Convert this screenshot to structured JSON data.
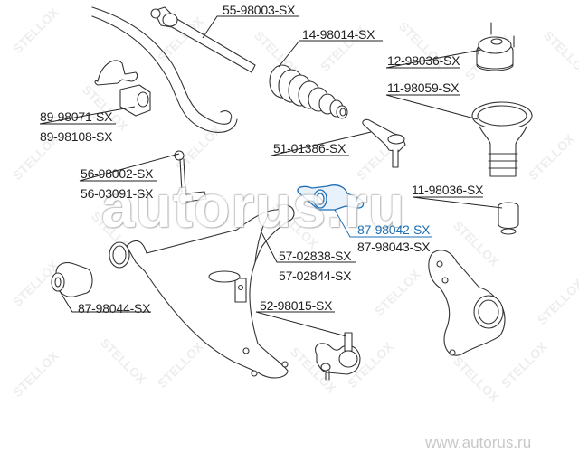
{
  "diagram": {
    "type": "exploded parts diagram — front suspension",
    "brand_watermark": "STELLOX",
    "overlay_watermark": "autorus.ru",
    "footer_url": "www.autorus.ru",
    "highlight_color": "#1f6fb5",
    "line_color": "#222222"
  },
  "parts": [
    {
      "id": "tie-rod-end-inner",
      "labels": [
        "55-98003-SX"
      ]
    },
    {
      "id": "steering-boot",
      "labels": [
        "14-98014-SX"
      ]
    },
    {
      "id": "strut-mount",
      "labels": [
        "12-98036-SX"
      ]
    },
    {
      "id": "dust-boot",
      "labels": [
        "11-98059-SX"
      ]
    },
    {
      "id": "stabilizer-bushing",
      "labels": [
        "89-98071-SX",
        "89-98108-SX"
      ]
    },
    {
      "id": "tie-rod-end-outer",
      "labels": [
        "51-01386-SX"
      ]
    },
    {
      "id": "stabilizer-link",
      "labels": [
        "56-98002-SX",
        "56-03091-SX"
      ]
    },
    {
      "id": "bump-stop",
      "labels": [
        "11-98036-SX"
      ]
    },
    {
      "id": "control-arm-bushing-rear",
      "labels": [
        "87-98042-SX",
        "87-98043-SX"
      ],
      "highlighted": true
    },
    {
      "id": "control-arm",
      "labels": [
        "57-02838-SX",
        "57-02844-SX"
      ]
    },
    {
      "id": "control-arm-bushing-front",
      "labels": [
        "87-98044-SX"
      ]
    },
    {
      "id": "ball-joint",
      "labels": [
        "52-98015-SX"
      ]
    }
  ]
}
